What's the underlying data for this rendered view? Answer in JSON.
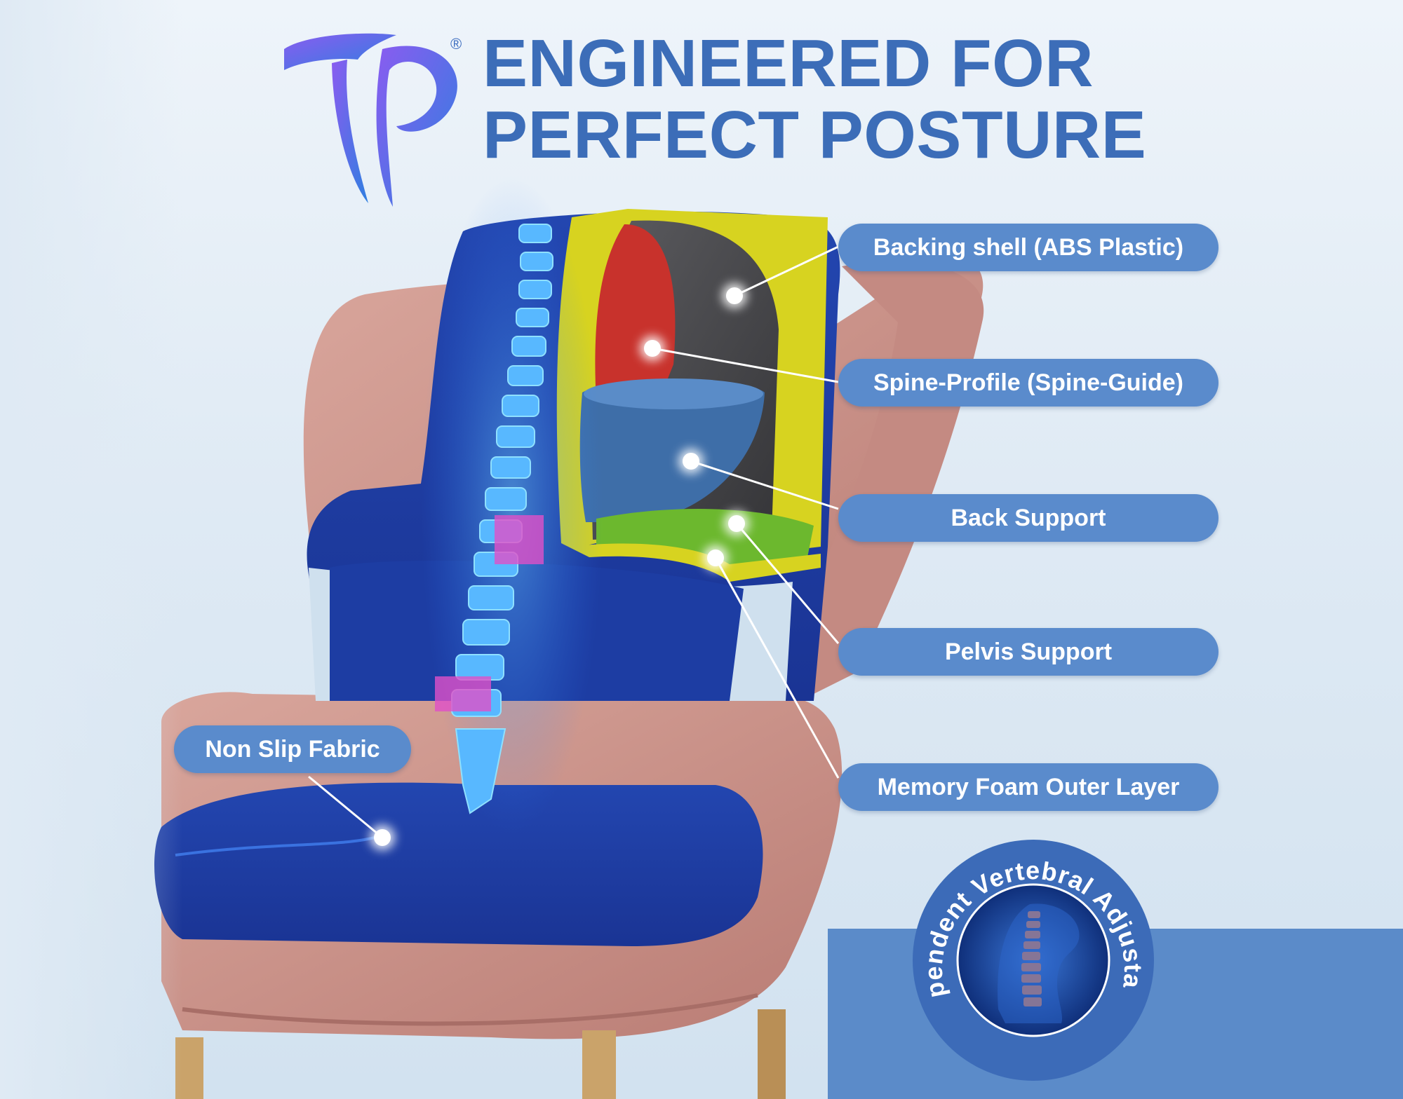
{
  "headline": {
    "line1": "ENGINEERED FOR",
    "line2": "PERFECT POSTURE"
  },
  "brand": {
    "registered_mark": "®",
    "colors": {
      "logo_top": "#8a5cf0",
      "logo_bottom": "#2f7fe0",
      "headline": "#3c6db8"
    }
  },
  "callouts": [
    {
      "label": "Backing shell (ABS Plastic)"
    },
    {
      "label": "Spine-Profile (Spine-Guide)"
    },
    {
      "label": "Back Support"
    },
    {
      "label": "Pelvis Support"
    },
    {
      "label": "Memory Foam Outer Layer"
    },
    {
      "label": "Non Slip Fabric"
    }
  ],
  "badge": {
    "text": "Independent Vertebral Adjustability"
  },
  "colors": {
    "pill": "#5a8bcc",
    "cushion": "#1f3fa6",
    "chair": "#c89088",
    "shell": "#4e4e52",
    "spine_guide": "#c8322c",
    "back_support": "#3e6ea8",
    "pelvis_support": "#6cb82e",
    "foam_edge": "#d7d320"
  }
}
